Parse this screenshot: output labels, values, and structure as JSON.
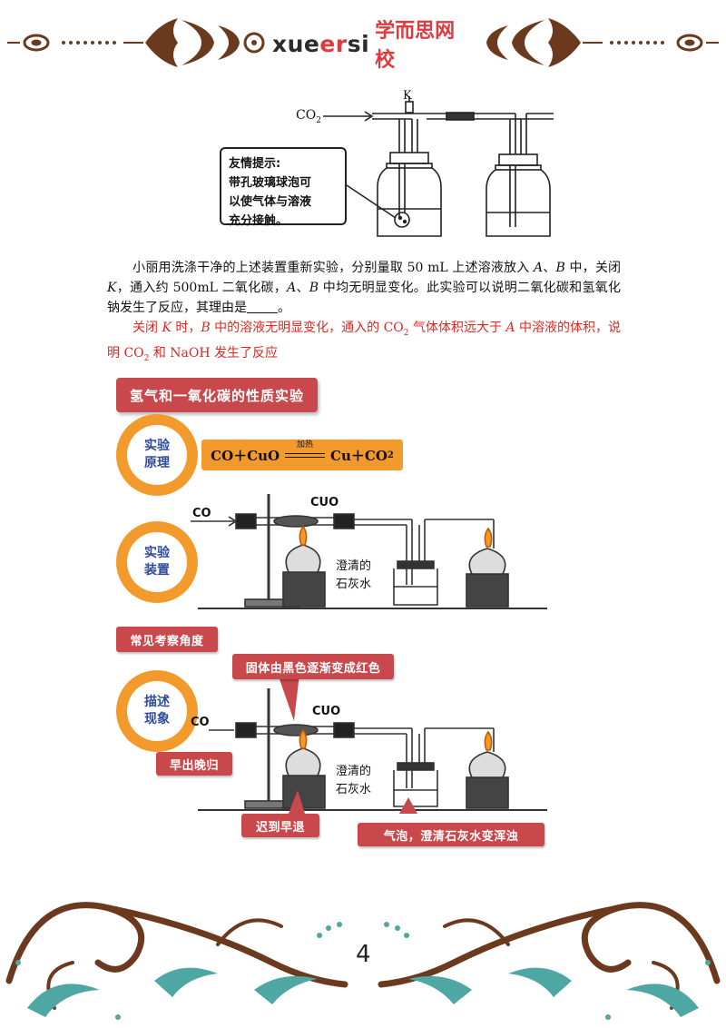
{
  "header": {
    "brand_latin_1": "xue",
    "brand_latin_2": "er",
    "brand_latin_3": "si",
    "brand_cn": "学而思网校"
  },
  "diagram1": {
    "k_label": "K",
    "co2_label": "CO",
    "co2_sub": "2",
    "hint_title": "友情提示:",
    "hint_line1": "带孔玻璃球泡可",
    "hint_line2": "以使气体与溶液",
    "hint_line3": "充分接触。"
  },
  "question": {
    "text_a": "小丽用洗涤干净的上述装置重新实验，分别量取 50 mL 上述溶液放入 ",
    "var_a": "A",
    "sep1": "、",
    "var_b": "B",
    "text_b": " 中，关闭 ",
    "var_k": "K",
    "text_c": "，通入约 500mL 二氧化碳，",
    "var_a2": "A",
    "sep2": "、",
    "var_b2": "B",
    "text_d": " 中均无明显变化。此实验可以说明二氧化碳和氢氧化钠发生了反应，其理由是",
    "text_end": "。"
  },
  "answer": {
    "text_a": "关闭 ",
    "var_k": "K",
    "text_b": " 时，",
    "var_b": "B",
    "text_c": " 中的溶液无明显变化，通入的 CO",
    "sub1": "2",
    "text_d": " 气体体积远大于 ",
    "var_a": "A",
    "text_e": " 中溶液的体积，说明 CO",
    "sub2": "2",
    "text_f": " 和 NaOH 发生了反应"
  },
  "panel": {
    "title": "氢气和一氧化碳的性质实验",
    "principle_1": "实验",
    "principle_2": "原理",
    "formula_left": "CO＋CuO",
    "formula_cond": "加热",
    "formula_right": "Cu＋CO",
    "formula_sub": "2",
    "setup_1": "实验",
    "setup_2": "装置",
    "co_label_1": "CO",
    "cuo_label_1": "CUO",
    "limewater_1a": "澄清的",
    "limewater_1b": "石灰水",
    "common_angle": "常见考察角度",
    "describe_1": "描述",
    "describe_2": "现象",
    "solid_change": "固体由黑色逐渐变成红色",
    "co_label_2": "CO",
    "cuo_label_2": "CUO",
    "early_out": "早出晚归",
    "late_retreat": "迟到早退",
    "limewater_2a": "澄清的",
    "limewater_2b": "石灰水",
    "bubbles": "气泡，澄清石灰水变浑浊"
  },
  "footer": {
    "page_number": "4"
  },
  "colors": {
    "brand_red": "#e0393e",
    "banner_red": "#c9484b",
    "orange": "#f39a2c",
    "answer_red": "#e0261e",
    "ornament_brown": "#6b3a1e",
    "ornament_teal": "#4fa7a4"
  }
}
